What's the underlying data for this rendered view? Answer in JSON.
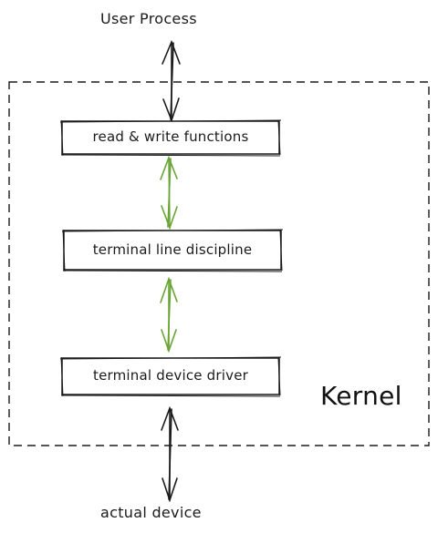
{
  "labels": {
    "top": "User Process",
    "bottom": "actual device",
    "kernel": "Kernel"
  },
  "boxes": [
    {
      "id": "read-write",
      "label": "read & write functions"
    },
    {
      "id": "line-discipline",
      "label": "terminal line discipline"
    },
    {
      "id": "device-driver",
      "label": "terminal device driver"
    }
  ],
  "colors": {
    "stroke": "#1b1b1b",
    "green_arrow": "#6aa436",
    "background": "#ffffff"
  }
}
